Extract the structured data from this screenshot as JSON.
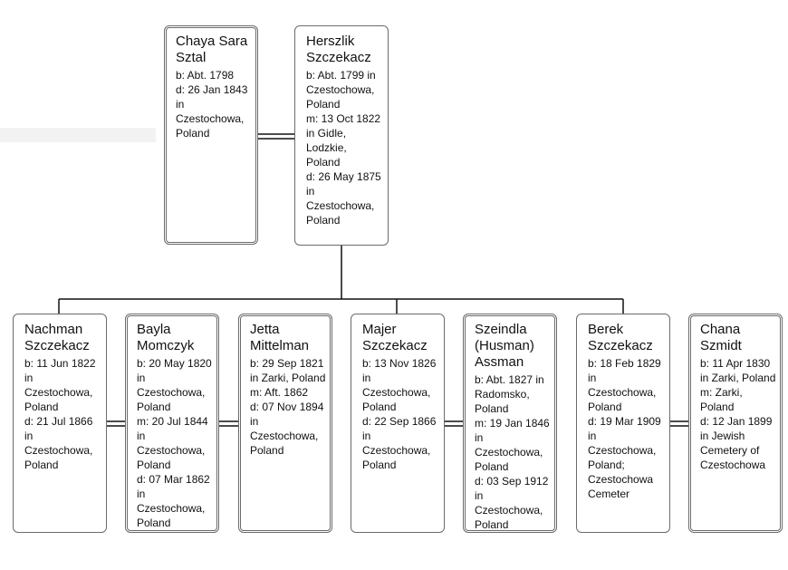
{
  "people": {
    "chaya": {
      "name": "Chaya Sara Sztal",
      "details": "b: Abt. 1798\nd: 26 Jan 1843 in Czestochowa, Poland"
    },
    "herszlik": {
      "name": "Herszlik Szczekacz",
      "details": "b: Abt. 1799 in Czestochowa, Poland\nm: 13 Oct 1822 in Gidle, Lodzkie, Poland\nd: 26 May 1875 in Czestochowa, Poland"
    },
    "nachman": {
      "name": "Nachman Szczekacz",
      "details": "b: 11 Jun 1822 in Czestochowa, Poland\nd: 21 Jul 1866 in Czestochowa, Poland"
    },
    "bayla": {
      "name": "Bayla Momczyk",
      "details": "b: 20 May 1820 in Czestochowa, Poland\nm: 20 Jul 1844 in Czestochowa, Poland\nd: 07 Mar 1862 in Czestochowa, Poland"
    },
    "jetta": {
      "name": "Jetta Mittelman",
      "details": "b: 29 Sep 1821 in Zarki, Poland\nm: Aft. 1862\nd: 07 Nov 1894 in Czestochowa, Poland"
    },
    "majer": {
      "name": "Majer Szczekacz",
      "details": "b: 13 Nov 1826 in Czestochowa, Poland\nd: 22 Sep 1866 in Czestochowa, Poland"
    },
    "szeindla": {
      "name": "Szeindla (Husman) Assman",
      "details": "b: Abt. 1827 in Radomsko, Poland\nm: 19 Jan 1846 in Czestochowa, Poland\nd: 03 Sep 1912 in Czestochowa, Poland"
    },
    "berek": {
      "name": "Berek Szczekacz",
      "details": "b: 18 Feb 1829 in Czestochowa, Poland\nd: 19 Mar 1909 in Czestochowa, Poland; Czestochowa Cemeter"
    },
    "chana": {
      "name": "Chana Szmidt",
      "details": "b: 11 Apr 1830 in Zarki, Poland\nm: Zarki, Poland\nd: 12 Jan 1899 in Jewish Cemetery of Czestochowa"
    }
  },
  "colors": {
    "line": "#111111",
    "border": "#6b6b6b",
    "separator": "#f2f2f2"
  }
}
